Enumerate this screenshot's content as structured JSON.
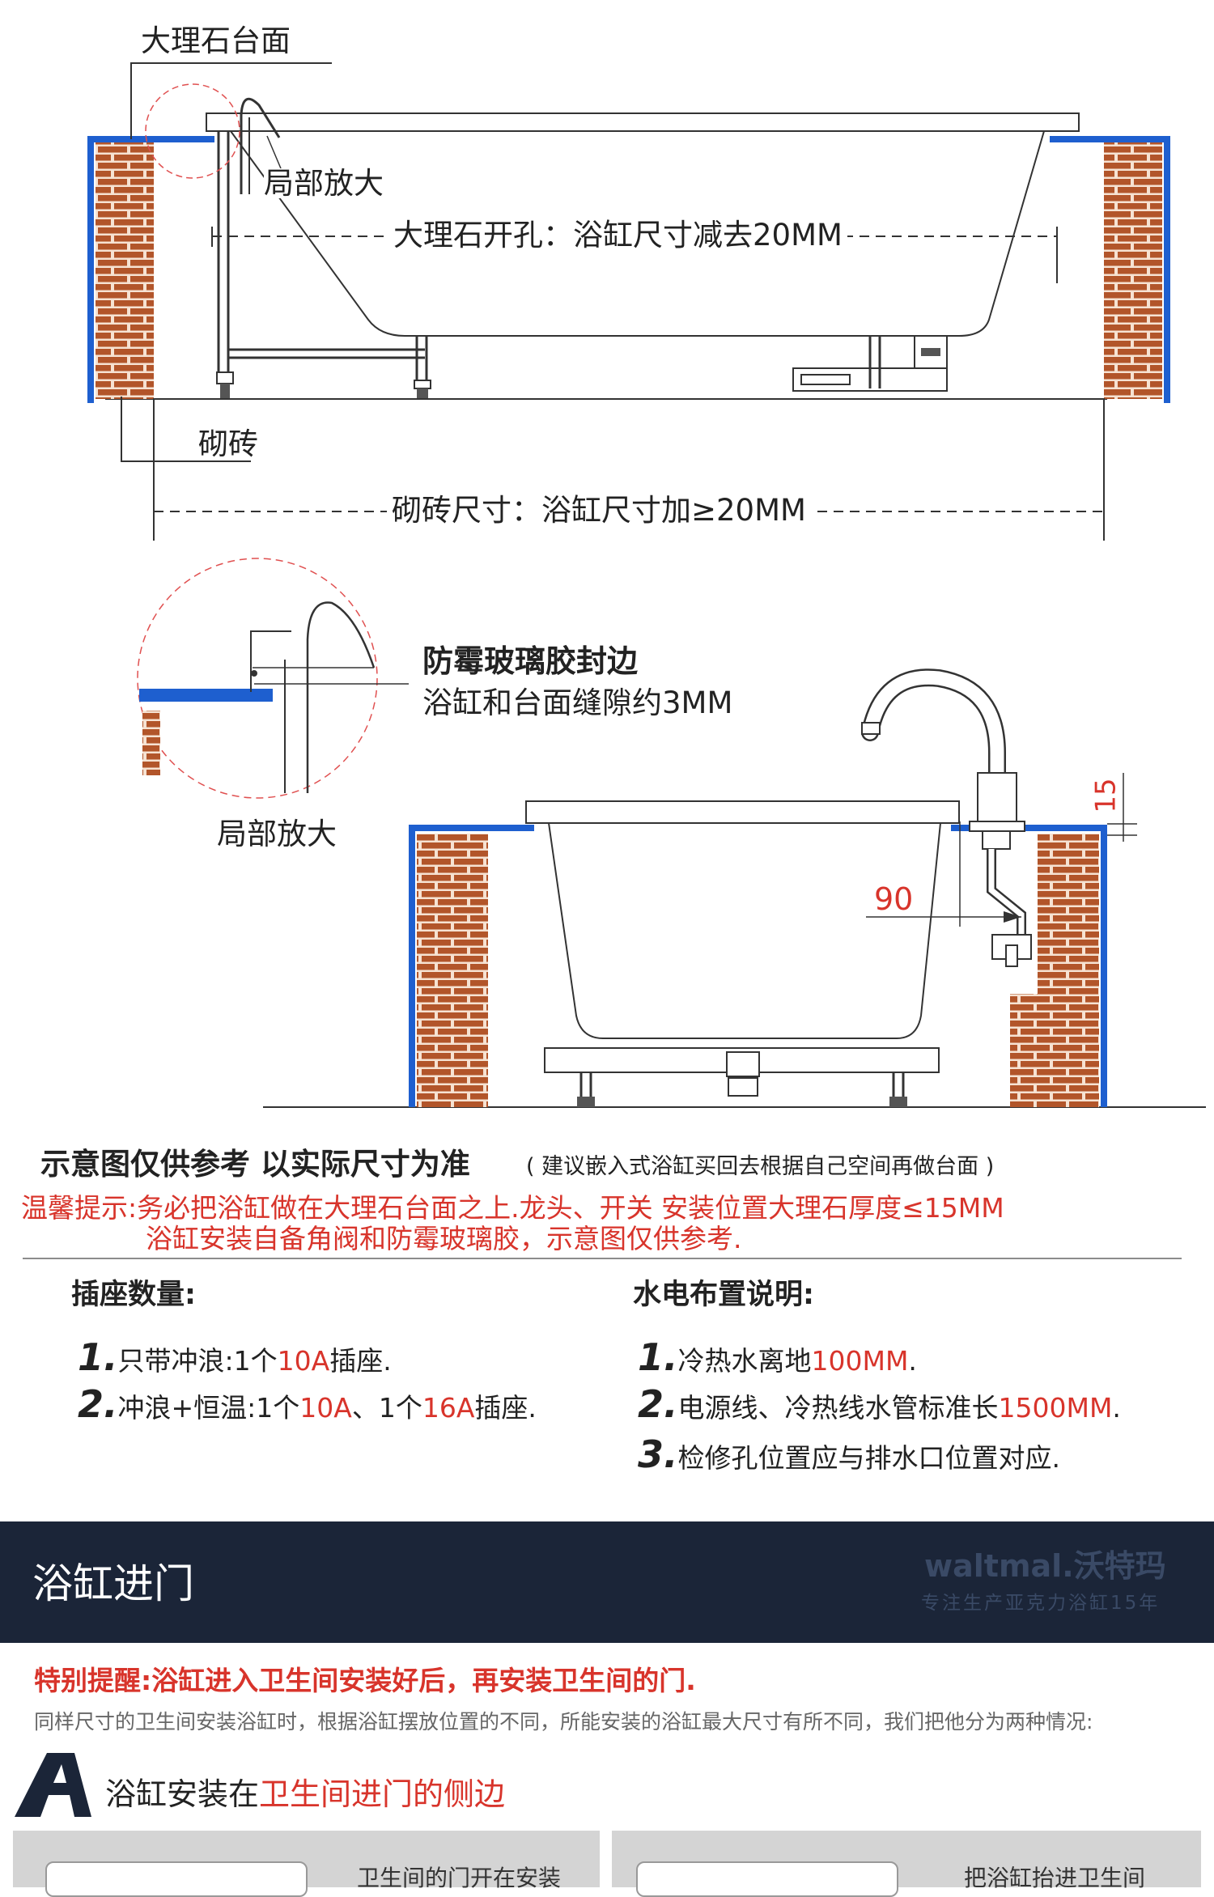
{
  "diagram1": {
    "marble_top_label": "大理石台面",
    "zoom_label": "局部放大",
    "marble_hole_label": "大理石开孔：浴缸尺寸减去20MM",
    "brick_label": "砌砖",
    "brick_size_label": "砌砖尺寸：浴缸尺寸加≥20MM"
  },
  "diagram2": {
    "sealant_title": "防霉玻璃胶封边",
    "gap_label": "浴缸和台面缝隙约3MM",
    "zoom_label": "局部放大",
    "dim_90": "90",
    "dim_15": "15"
  },
  "notes": {
    "main": "示意图仅供参考 以实际尺寸为准",
    "sub": "( 建议嵌入式浴缸买回去根据自己空间再做台面 )",
    "tip_line1": "温馨提示:务必把浴缸做在大理石台面之上.龙头、开关 安装位置大理石厚度≤15MM",
    "tip_line2": "浴缸安装自备角阀和防霉玻璃胶，示意图仅供参考."
  },
  "sockets": {
    "title": "插座数量:",
    "items": [
      {
        "num": "1.",
        "a": "只带冲浪:1个",
        "b": "10A",
        "c": "插座.",
        "d": "",
        "e": "",
        "f": ""
      },
      {
        "num": "2.",
        "a": "冲浪+恒温:1个",
        "b": "10A",
        "c": "、1个",
        "d": "16A",
        "e": "插座.",
        "f": ""
      }
    ]
  },
  "plumbing": {
    "title": "水电布置说明:",
    "items": [
      {
        "num": "1.",
        "a": "冷热水离地",
        "b": "100MM",
        "c": "."
      },
      {
        "num": "2.",
        "a": "电源线、冷热线水管标准长",
        "b": "1500MM",
        "c": "."
      },
      {
        "num": "3.",
        "a": "检修孔位置应与排水口位置对应.",
        "b": "",
        "c": ""
      }
    ]
  },
  "banner": {
    "title": "浴缸进门",
    "brand": "waltmal.沃特玛",
    "slogan": "专注生产亚克力浴缸15年"
  },
  "special": {
    "title": "特别提醒:浴缸进入卫生间安装好后，再安装卫生间的门.",
    "desc": "同样尺寸的卫生间安装浴缸时，根据浴缸摆放位置的不同，所能安装的浴缸最大尺寸有所不同，我们把他分为两种情况:"
  },
  "sectionA": {
    "letter": "A",
    "text_a": "浴缸安装在",
    "text_b": "卫生间进门的侧边"
  },
  "bottom_boxes": {
    "left": "卫生间的门开在安装",
    "right": "把浴缸抬进卫生间"
  },
  "colors": {
    "blue_edge": "#1e5fcf",
    "brick": "#b2552a",
    "red_text": "#d8342b",
    "banner_bg": "#1b2538"
  }
}
